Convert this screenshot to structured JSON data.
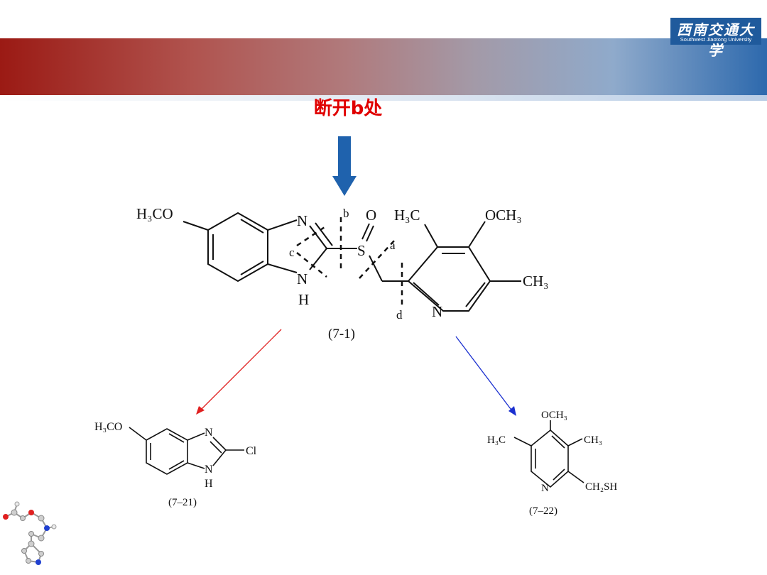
{
  "slide": {
    "logo": {
      "chinese": "西南交通大学",
      "english": "Southwest Jiaotong University"
    },
    "caption": "断开b处",
    "arrow_colors": {
      "down": "#1f62ad",
      "left": "#e02020",
      "right": "#1a2fd0"
    }
  },
  "main_structure": {
    "compound_label": "(7-1)",
    "substituents": {
      "methoxy_left": "H₃CO",
      "methyl_top": "H₃C",
      "methoxy_top": "OCH₃",
      "methyl_right": "CH₃"
    },
    "atoms": {
      "n_top": "N",
      "n_bottom": "N",
      "h": "H",
      "s": "S",
      "o": "O",
      "n_pyridine": "N"
    },
    "bond_labels": {
      "a": "a",
      "b": "b",
      "c": "c",
      "d": "d"
    }
  },
  "left_product": {
    "compound_label": "(7–21)",
    "substituent": "H₃CO",
    "atoms": {
      "n_top": "N",
      "n_bottom": "N",
      "h": "H",
      "cl": "Cl"
    }
  },
  "right_product": {
    "compound_label": "(7–22)",
    "substituents": {
      "methoxy": "OCH₃",
      "methyl_left": "H₃C",
      "methyl_right": "CH₃",
      "ch2sh": "CH₂SH"
    },
    "atoms": {
      "n": "N"
    }
  }
}
